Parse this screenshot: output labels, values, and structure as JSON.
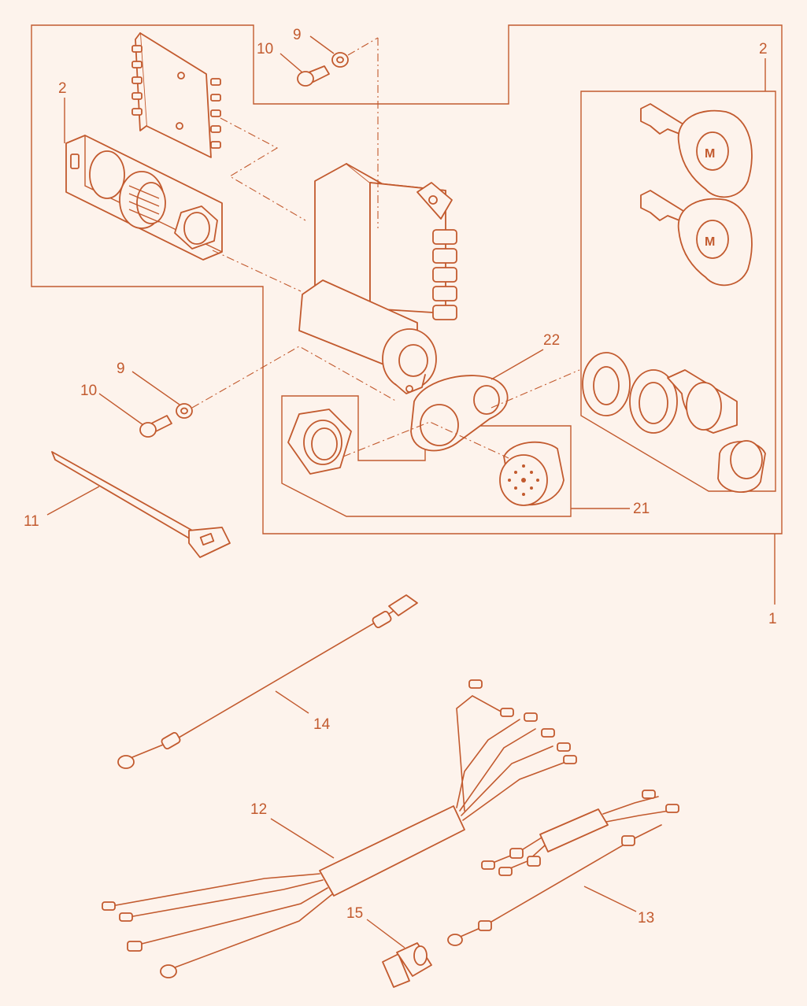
{
  "colors": {
    "line": "#c25a2e",
    "background": "#fdf3ec"
  },
  "callouts": {
    "c1": "1",
    "c2a": "2",
    "c2b": "2",
    "c9a": "9",
    "c9b": "9",
    "c10a": "10",
    "c10b": "10",
    "c11": "11",
    "c12": "12",
    "c13": "13",
    "c14": "14",
    "c15": "15",
    "c21": "21",
    "c22": "22"
  },
  "key_logo": "M"
}
